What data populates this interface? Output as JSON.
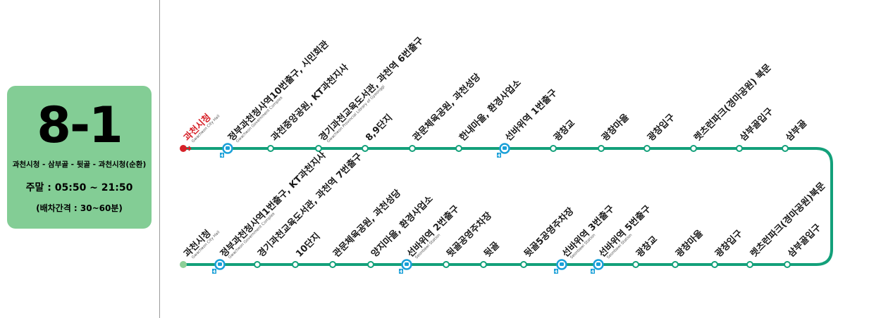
{
  "info": {
    "route_number": "8-1",
    "route_path": "과천시청 - 삼부골 - 뒷골 - 과천시청(순환)",
    "weekend_hours": "주말 : 05:50 ~ 21:50",
    "headway": "(배차간격 : 30~60분)"
  },
  "colors": {
    "line": "#13a07a",
    "panel": "#83cd95",
    "start_stop": "#d62128",
    "end_stop": "#8ccf97",
    "subway_badge": "#1aa0d8"
  },
  "top_stops": [
    {
      "name": "과천시청",
      "sub": "Gwacheon City Hall",
      "type": "start",
      "highlight": true
    },
    {
      "name": "정부과천청사역10번출구, 시민회관",
      "sub": "Gwacheon Government Complex",
      "type": "subway",
      "line": "4"
    },
    {
      "name": "과천중앙공원, KT과천지사",
      "type": "stop"
    },
    {
      "name": "경기과천교육도서관, 과천역 6번출구",
      "sub": "Gwacheon Provincial Library of Gyeonggi",
      "type": "stop"
    },
    {
      "name": "8,9단지",
      "type": "stop"
    },
    {
      "name": "관문체육공원, 과천성당",
      "type": "stop"
    },
    {
      "name": "한내마을, 환경사업소",
      "type": "stop"
    },
    {
      "name": "선바위역 1번출구",
      "type": "subway",
      "line": "4"
    },
    {
      "name": "광창교",
      "type": "stop"
    },
    {
      "name": "광창마을",
      "type": "stop"
    },
    {
      "name": "광창입구",
      "type": "stop"
    },
    {
      "name": "렛츠런파크(경마공원) 북문",
      "type": "stop"
    },
    {
      "name": "삼부골입구",
      "type": "stop"
    },
    {
      "name": "삼부골",
      "type": "stop"
    }
  ],
  "bottom_stops": [
    {
      "name": "과천시청",
      "sub": "Gwacheon City Hall",
      "type": "end"
    },
    {
      "name": "정부과천청사역1번출구, KT과천지사",
      "sub": "Gwacheon Government Complex",
      "type": "subway",
      "line": "4"
    },
    {
      "name": "경기과천교육도서관, 과천역 7번출구",
      "type": "stop"
    },
    {
      "name": "10단지",
      "type": "stop"
    },
    {
      "name": "관문체육공원, 과천성당",
      "type": "stop"
    },
    {
      "name": "양지마을, 환경사업소",
      "type": "stop"
    },
    {
      "name": "선바위역 2번출구",
      "sub": "Seonbawi Station",
      "type": "subway",
      "line": "4"
    },
    {
      "name": "뒷골공영주차장",
      "type": "stop"
    },
    {
      "name": "뒷골",
      "type": "stop"
    },
    {
      "name": "뒷골5공영주차장",
      "type": "stop"
    },
    {
      "name": "선바위역 3번출구",
      "sub": "Seonbawi Station",
      "type": "subway",
      "line": "4"
    },
    {
      "name": "선바위역 5번출구",
      "sub": "Seonbawi Station",
      "type": "subway",
      "line": "4"
    },
    {
      "name": "광창교",
      "type": "stop"
    },
    {
      "name": "광창마을",
      "type": "stop"
    },
    {
      "name": "광창입구",
      "type": "stop"
    },
    {
      "name": "렛츠런파크(경마공원)북문",
      "type": "stop"
    },
    {
      "name": "삼부골입구",
      "type": "stop"
    }
  ]
}
